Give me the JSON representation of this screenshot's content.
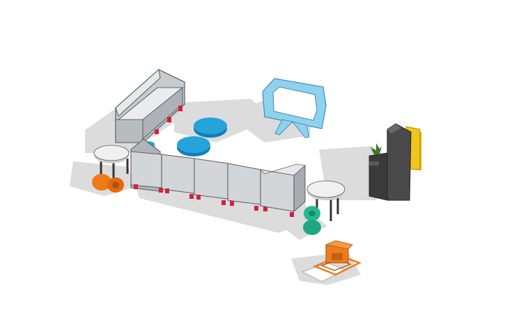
{
  "viewport": {
    "background": "#ffffff"
  },
  "palette": {
    "sofa": "#d3d6d9",
    "sofa_edge": "#5f6368",
    "sofa_feet": "#d4213d",
    "shadow": "#d9d9d9",
    "cushion": "#1e9ad6",
    "frame": "#8fd2ee",
    "frame_edge": "#4a90b8",
    "table_top": "#eeeeee",
    "table_leg": "#333333",
    "orange_toy": "#f07a1a",
    "teal_toy": "#22b08c",
    "cabinet": "#444444",
    "cabinet_side": "#2e2e2e",
    "yellow_panel": "#f2c51b",
    "plant": "#3b7a2a",
    "printer": "#ec7c1e"
  },
  "objects": [
    {
      "name": "back-sofa",
      "icon": "sofa-icon"
    },
    {
      "name": "sectional-sofa",
      "icon": "sofa-icon"
    },
    {
      "name": "round-cushion-1",
      "icon": "cushion-icon"
    },
    {
      "name": "round-cushion-2",
      "icon": "cushion-icon"
    },
    {
      "name": "open-frame",
      "icon": "frame-icon"
    },
    {
      "name": "side-table-left",
      "icon": "table-icon"
    },
    {
      "name": "side-table-right",
      "icon": "table-icon"
    },
    {
      "name": "orange-object",
      "icon": "orange-icon"
    },
    {
      "name": "teal-object",
      "icon": "teal-icon"
    },
    {
      "name": "cabinet",
      "icon": "cabinet-icon"
    },
    {
      "name": "orange-printer",
      "icon": "printer-icon"
    }
  ]
}
